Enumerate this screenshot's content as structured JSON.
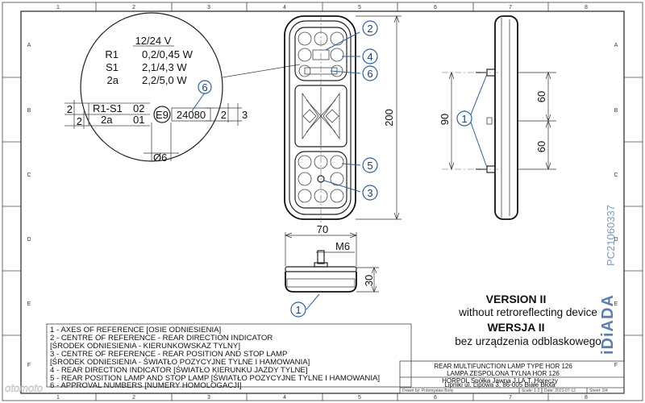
{
  "frame": {
    "col_numbers": [
      "1",
      "2",
      "3",
      "4",
      "5",
      "6",
      "7",
      "8"
    ],
    "row_letters": [
      "A",
      "B",
      "C",
      "D",
      "E",
      "F"
    ]
  },
  "detail": {
    "voltage": "12/24 V",
    "specs": [
      {
        "code": "R1",
        "value": "0,2/0,45 W"
      },
      {
        "code": "S1",
        "value": "2,1/4,3 W"
      },
      {
        "code": "2a",
        "value": "2,2/5,0 W"
      }
    ],
    "marking": {
      "row1_label": "R1-S1",
      "row1_value": "02",
      "row2_label": "2a",
      "row2_value": "01",
      "emark": "E9",
      "approval": "24080",
      "dim_2_top": "2",
      "dim_2_bottom": "2",
      "dim_2_right": "2",
      "dim_3_right": "3",
      "diameter": "Ø6"
    }
  },
  "callouts": {
    "c1": "1",
    "c2": "2",
    "c3": "3",
    "c4": "4",
    "c5": "5",
    "c6": "6"
  },
  "dims": {
    "height": "200",
    "width": "70",
    "bolt": "M6",
    "depth": "30",
    "span": "90",
    "upper": "60",
    "lower": "60"
  },
  "version": {
    "en_title": "VERSION II",
    "en_sub": "without retroreflecting device",
    "pl_title": "WERSJA II",
    "pl_sub": "bez urządzenia odblaskowego"
  },
  "brand": {
    "logo": "iDiADA",
    "ref": "PC21060337"
  },
  "legend": [
    "1 - AXES OF REFERENCE [OSIE ODNIESIENIA]",
    "2 - CENTRE OF REFERENCE - REAR DIRECTION INDICATOR",
    "     [ŚRODEK ODNIESIENIA - KIERUNKOWSKAZ TYLNY]",
    "3 - CENTRE OF REFERENCE - REAR POSITION AND STOP LAMP",
    "     [ŚRODEK ODNIESIENIA - ŚWIATŁO POZYCYJNE TYLNE I HAMOWANIA]",
    "4 - REAR DIRECTION INDICATOR [ŚWIATŁO KIERUNKU JAZDY TYLNE]",
    "5 - REAR POSITION LAMP AND STOP LAMP [ŚWIATŁO POZYCYJNE TYLNE I HAMOWANIA]",
    "6 - APPROVAL NUMBERS [NUMERY HOMOLOGACJI]"
  ],
  "title_block": {
    "line1": "REAR MULTIFUNCTION LAMP TYPE HOR 126",
    "line2": "LAMPA ZESPOLONA TYLNA HOR 126",
    "company": "HORPOL Spółka Jawna  J.I.A.T. Horeczy",
    "address": "Lipniki ul. Lipowa 3, 86-005 Białe Błota",
    "drawn": "Drawn by: Przemysław Bosy",
    "scale": "Scale: 1:2",
    "date": "Date: 2021-07-12",
    "sheet": "Sheet: 2/4"
  },
  "watermark": "otomoto"
}
